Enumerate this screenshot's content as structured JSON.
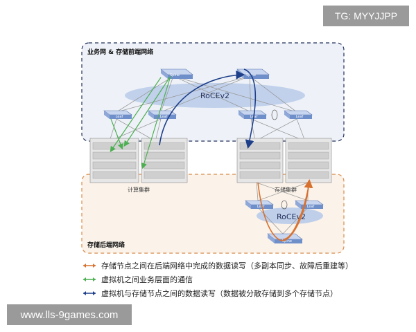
{
  "watermarks": {
    "top_right": "TG: MYYJJPP",
    "bottom_left": "www.lls-9games.com"
  },
  "diagram": {
    "front_network_label": "业务网 & 存储前端网络",
    "back_network_label": "存储后端网络",
    "compute_cluster_label": "计算集群",
    "storage_cluster_label": "存储集群",
    "rocev2_front": "RoCEv2",
    "rocev2_back": "RoCEv2",
    "spine_label": "Spine",
    "leaf_label": "Leaf"
  },
  "legend": [
    {
      "text": "存储节点之间在后端网络中完成的数据读写（多副本同步、故障后重建等）",
      "color": "#d9712e"
    },
    {
      "text": "虚拟机之间业务层面的通信",
      "color": "#4caf50"
    },
    {
      "text": "虚拟机与存储节点之间的数据读写（数据被分散存储到多个存储节点）",
      "color": "#1e3f8a"
    }
  ],
  "colors": {
    "front_border": "#1f2d57",
    "back_border": "#d88a4a",
    "front_fill": "#eef2f8",
    "back_fill": "#fbf3ea",
    "switch_fill": "#8fa8d8",
    "ellipse_fill": "#b8cbea"
  }
}
